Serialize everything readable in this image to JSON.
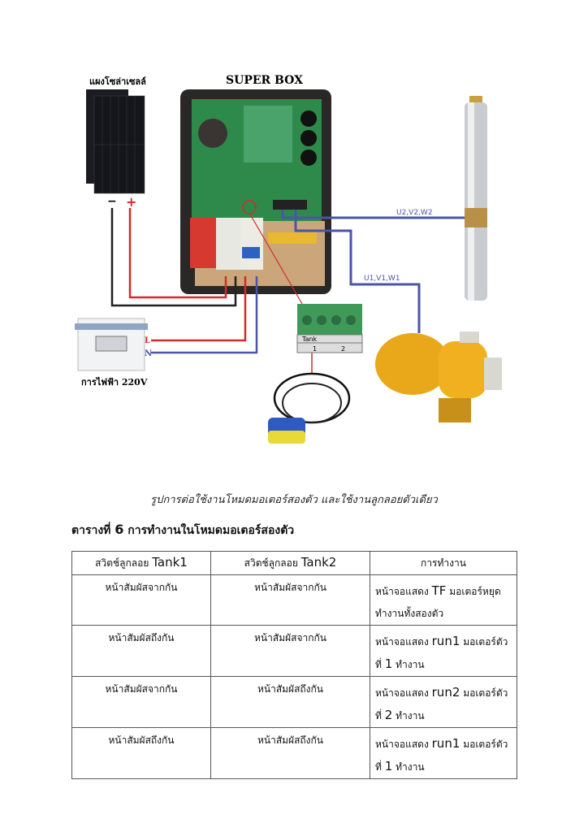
{
  "diagram": {
    "solar_label": "แผงโซล่าเซลล์",
    "box_label": "SUPER BOX",
    "minus": "−",
    "plus": "+",
    "u2_label": "U2,V2,W2",
    "u1_label": "U1,V1,W1",
    "l_label": "L",
    "n_label": "N",
    "grid_label": "การไฟฟ้า 220V",
    "tank_label": "Tank",
    "tank1": "1",
    "tank2": "2",
    "colors": {
      "red": "#d42a2a",
      "blue": "#4a55a8",
      "black": "#222222"
    }
  },
  "caption": "รูปการต่อใช้งานโหมดมอเตอร์สองตัว และใช้งานลูกลอยตัวเดียว",
  "table_title": {
    "prefix": "ตารางที่",
    "number": "6",
    "text": "การทำงานในโหมดมอเตอร์สองตัว"
  },
  "table": {
    "headers": [
      {
        "th": "สวิตช์ลูกลอย",
        "en": "Tank1"
      },
      {
        "th": "สวิตช์ลูกลอย",
        "en": "Tank2"
      },
      {
        "th": "การทำงาน",
        "en": ""
      }
    ],
    "rows": [
      {
        "tank1": "หน้าสัมผัสจากกัน",
        "tank2": "หน้าสัมผัสจากกัน",
        "a": "หน้าจอแสดง",
        "code": "TF",
        "b": "มอเตอร์หยุด",
        "c": "ทำงานทั้งสองตัว",
        "n": ""
      },
      {
        "tank1": "หน้าสัมผัสถึงกัน",
        "tank2": "หน้าสัมผัสจากกัน",
        "a": "หน้าจอแสดง",
        "code": "run1",
        "b": "มอเตอร์ตัว",
        "c": "ที่",
        "n": "1",
        "d": "ทำงาน"
      },
      {
        "tank1": "หน้าสัมผัสจากกัน",
        "tank2": "หน้าสัมผัสถึงกัน",
        "a": "หน้าจอแสดง",
        "code": "run2",
        "b": "มอเตอร์ตัว",
        "c": "ที่",
        "n": "2",
        "d": "ทำงาน"
      },
      {
        "tank1": "หน้าสัมผัสถึงกัน",
        "tank2": "หน้าสัมผัสถึงกัน",
        "a": "หน้าจอแสดง",
        "code": "run1",
        "b": "มอเตอร์ตัว",
        "c": "ที่",
        "n": "1",
        "d": "ทำงาน"
      }
    ]
  }
}
